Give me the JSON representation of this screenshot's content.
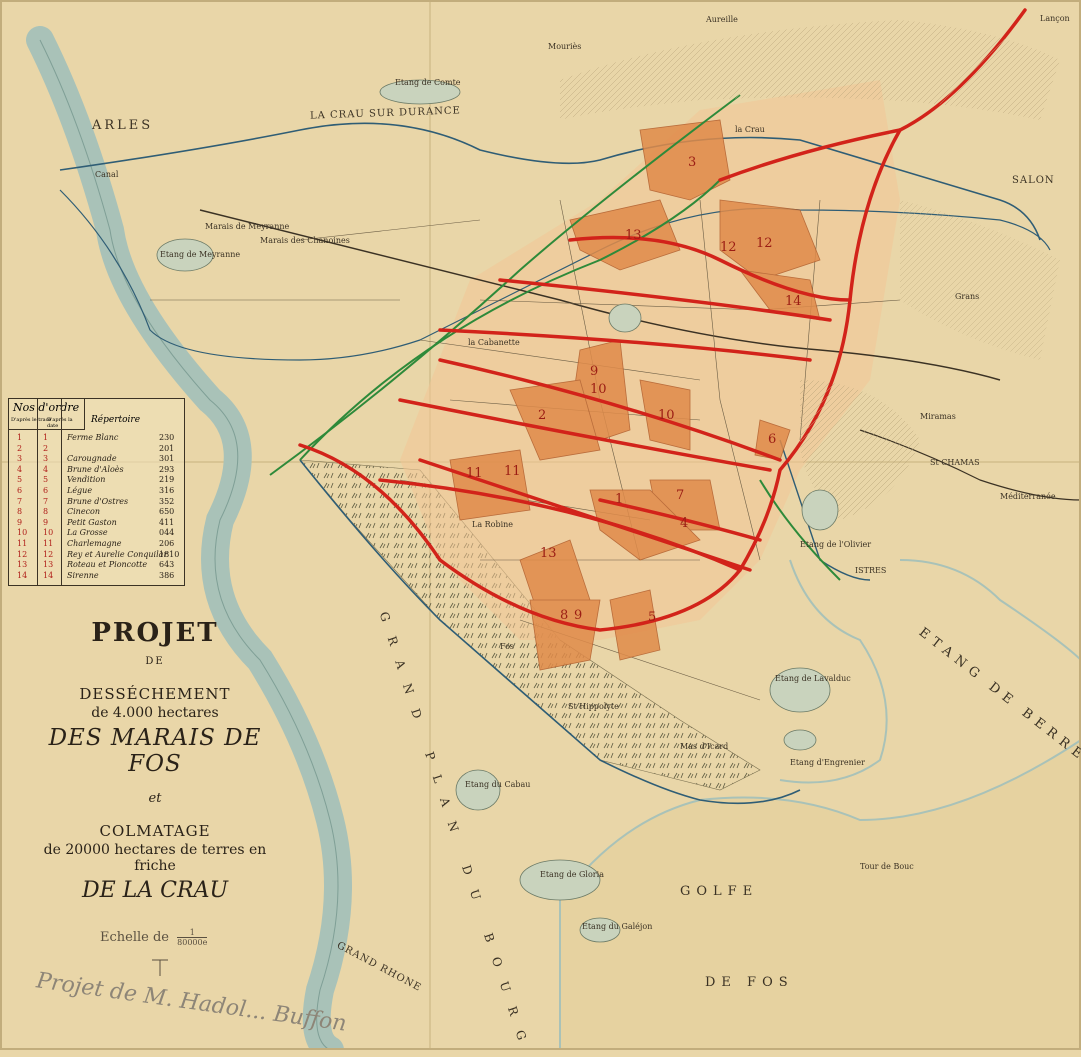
{
  "title": {
    "line1": "PROJET",
    "line2": "DE",
    "line3": "DESSÉCHEMENT",
    "line4": "de 4.000 hectares",
    "line5": "DES MARAIS DE FOS",
    "line6": "et",
    "line7": "COLMATAGE",
    "line8": "de 20000 hectares de terres en friche",
    "line9": "DE LA CRAU"
  },
  "scale": {
    "label": "Echelle de",
    "numerator": "1",
    "denominator": "80000e"
  },
  "legend": {
    "header": "Nos d'ordre",
    "sub_a": "D'après le tracé",
    "sub_b": "D'après la date",
    "repertoire": "Répertoire",
    "rows": [
      {
        "a": "1",
        "b": "1",
        "name": "Ferme Blanc",
        "value": "230"
      },
      {
        "a": "2",
        "b": "2",
        "name": "",
        "value": "201"
      },
      {
        "a": "3",
        "b": "3",
        "name": "Carougnade",
        "value": "301"
      },
      {
        "a": "4",
        "b": "4",
        "name": "Brune d'Aloès",
        "value": "293"
      },
      {
        "a": "5",
        "b": "5",
        "name": "Vendition",
        "value": "219"
      },
      {
        "a": "6",
        "b": "6",
        "name": "Légue",
        "value": "316"
      },
      {
        "a": "7",
        "b": "7",
        "name": "Brune d'Ostres",
        "value": "352"
      },
      {
        "a": "8",
        "b": "8",
        "name": "Cinecon",
        "value": "650"
      },
      {
        "a": "9",
        "b": "9",
        "name": "Petit Gaston",
        "value": "411"
      },
      {
        "a": "10",
        "b": "10",
        "name": "La Grosse",
        "value": "044"
      },
      {
        "a": "11",
        "b": "11",
        "name": "Charlemagne",
        "value": "206"
      },
      {
        "a": "12",
        "b": "12",
        "name": "Rey et Aurelie Conquilar",
        "value": "1810"
      },
      {
        "a": "13",
        "b": "13",
        "name": "Roteau et Pioncotte",
        "value": "643"
      },
      {
        "a": "14",
        "b": "14",
        "name": "Sirenne",
        "value": "386"
      }
    ]
  },
  "places": {
    "arles": "ARLES",
    "crau_durance": "LA CRAU SUR DURANCE",
    "etang_comte": "Etang de Comte",
    "mouries": "Mouriès",
    "aureille": "Aureille",
    "salon": "SALON",
    "lancon": "Lançon",
    "grans": "Grans",
    "miramas": "Miramas",
    "st_chamas": "St CHAMAS",
    "mediterranee": "Méditerranée",
    "etang_olivier": "Etang de l'Olivier",
    "istres": "ISTRES",
    "etang_berre": "ETANG DE BERRE",
    "etang_lavalduc": "Etang de Lavalduc",
    "etang_engrenier": "Etang d'Engrenier",
    "golfe": "GOLFE",
    "de_fos": "DE FOS",
    "grand_plan": "GRAND PLAN DU BOURG",
    "grand_rhone": "GRAND RHONE",
    "etang_meyranne": "Etang de Meyranne",
    "marais_meyranne": "Marais de Meyranne",
    "marais_chanoines": "Marais des Chanoines",
    "canal": "Canal",
    "etang_galeijon": "Etang du Galéjon",
    "etang_gloria": "Etang de Gloria",
    "etang_cabau": "Etang du Cabau",
    "le_crau": "la Crau",
    "mas_d_icard": "Mas d'Icard",
    "fos": "Fos",
    "st_hippolyte": "St Hippolyte",
    "la_robine": "La Robine",
    "la_cabanette": "la Cabanette",
    "tour_bouc": "Tour de Bouc"
  },
  "parcel_numbers": [
    "3",
    "13",
    "12",
    "12",
    "14",
    "9",
    "10",
    "2",
    "10",
    "11",
    "7",
    "1",
    "4",
    "13",
    "8",
    "9",
    "5",
    "6",
    "11"
  ],
  "colors": {
    "paper": "#e9d6a8",
    "parcel": "#e08b4a",
    "parcel_light": "#f2b98a",
    "red_line": "#d2231a",
    "green_line": "#2e8a3a",
    "canal": "#2f5d75",
    "river": "#a9c2b8",
    "ink": "#3b3224"
  },
  "signature": "Projet de M. Hadol... Buffon"
}
